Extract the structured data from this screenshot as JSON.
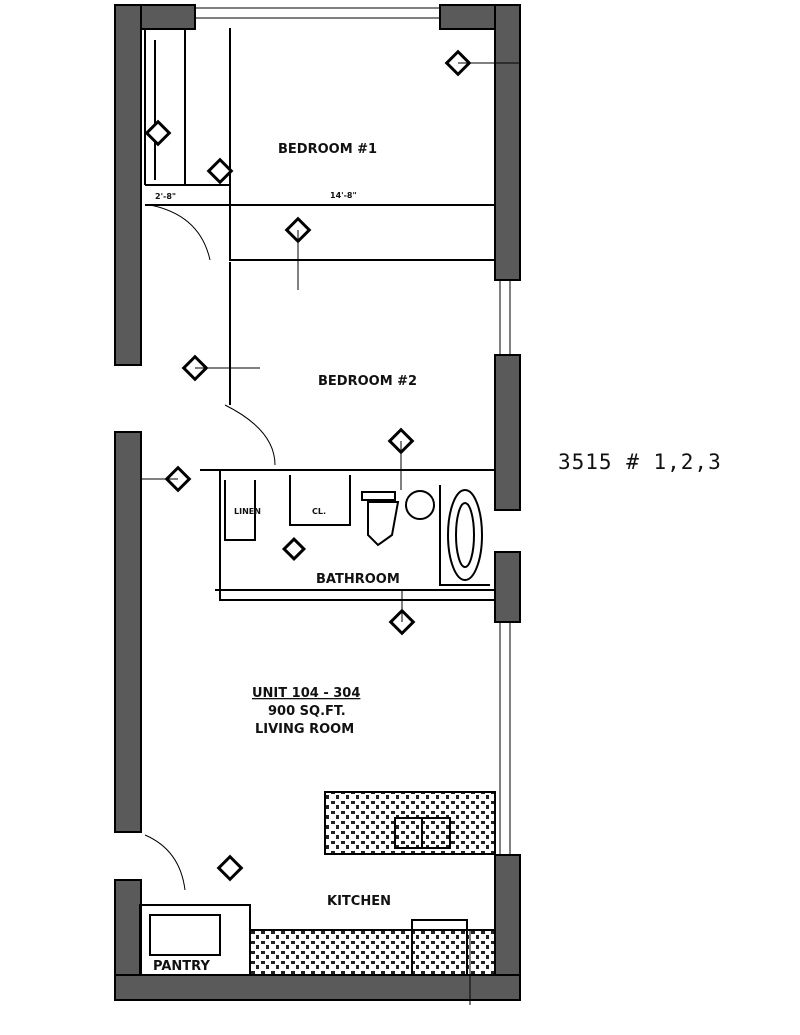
{
  "plan": {
    "rooms": {
      "bedroom1": "BEDROOM #1",
      "bedroom2": "BEDROOM #2",
      "linen": "LINEN",
      "closet": "CL.",
      "bathroom": "BATHROOM",
      "living_room": "LIVING ROOM",
      "kitchen": "KITCHEN",
      "pantry": "PANTRY"
    },
    "unit_title": "UNIT 104 - 304",
    "area": "900 SQ.FT.",
    "dimensions": {
      "bedroom1_width": "14'-8\"",
      "closet_width": "2'-8\""
    },
    "wall_color": "#5a5a5a"
  },
  "caption": "3515 # 1,2,3"
}
